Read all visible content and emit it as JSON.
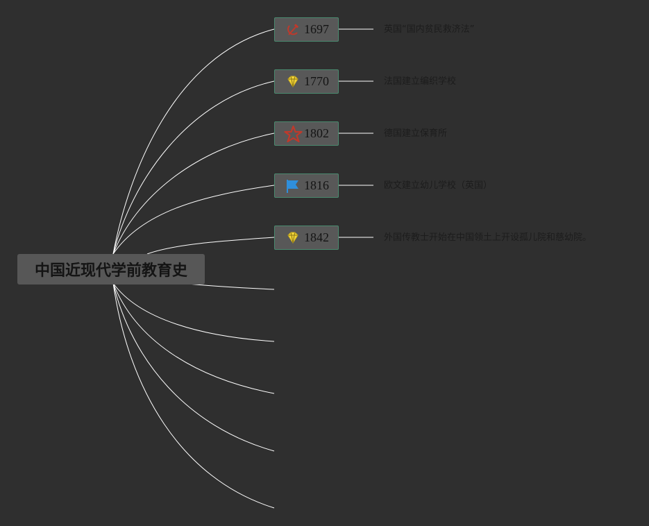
{
  "root": {
    "title": "中国近现代学前教育史"
  },
  "events": [
    {
      "year": "1697",
      "icon": "hammer-sickle-icon",
      "icon_color": "#c0392b",
      "note": "英国“国内贫民救济法”"
    },
    {
      "year": "1770",
      "icon": "diamond-icon",
      "icon_color": "#f1d43a",
      "note": "法国建立编织学校"
    },
    {
      "year": "1802",
      "icon": "star-icon",
      "icon_color": "#c0392b",
      "note": "德国建立保育所"
    },
    {
      "year": "1816",
      "icon": "flag-icon",
      "icon_color": "#2f8fdc",
      "note": "欧文建立幼儿学校（英国）"
    },
    {
      "year": "1842",
      "icon": "diamond-icon",
      "icon_color": "#f1d43a",
      "note": "外国传教士开始在中国领土上开设孤儿院和慈幼院。"
    }
  ],
  "colors": {
    "background": "#2f2f2f",
    "node_fill": "#585858",
    "node_border": "#4a8a6f",
    "link": "#ffffff",
    "text": "#141414"
  }
}
